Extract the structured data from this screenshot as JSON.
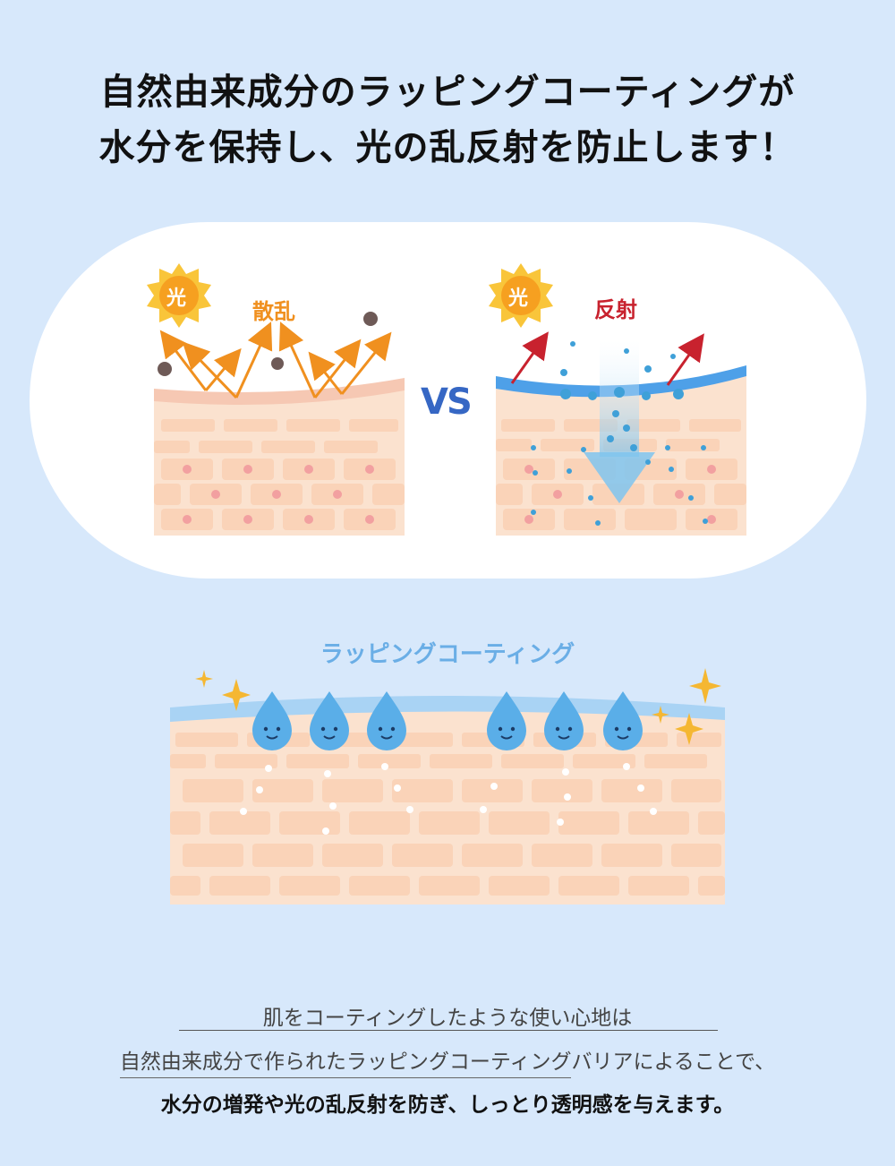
{
  "headline": {
    "line1": "自然由来成分のラッピングコーティングが",
    "line2": "水分を保持し、光の乱反射を防止します！"
  },
  "comparison": {
    "left_sun_label": "光",
    "left_effect_label": "散乱",
    "vs_label": "VS",
    "right_sun_label": "光",
    "right_effect_label": "反射"
  },
  "coating": {
    "label": "ラッピングコーティング"
  },
  "caption": {
    "line1": "肌をコーティングしたような使い心地は",
    "line2_underlined": "自然由来成分で作られたラッピングコーティング",
    "line2_rest": "バリアによることで、",
    "line3": "水分の増発や光の乱反射を防ぎ、しっとり透明感を与えます。"
  },
  "colors": {
    "background": "#d7e8fb",
    "panel": "#ffffff",
    "skin": "#fbe2cf",
    "brick": "#fad3b8",
    "orange_arrow": "#f0901f",
    "red_arrow": "#c8222e",
    "blue_text": "#3667c4",
    "coating_text": "#6aaee6",
    "water": "#7fc4ee"
  }
}
